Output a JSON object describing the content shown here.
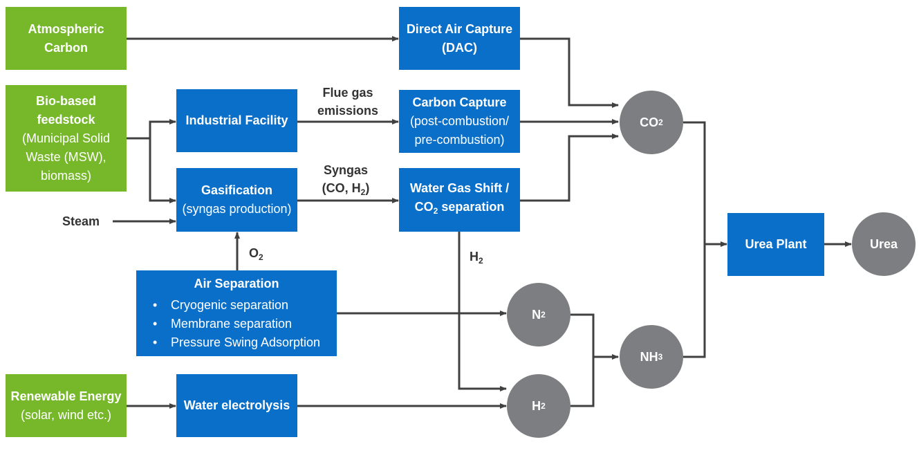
{
  "colors": {
    "source": "#76b82a",
    "process": "#0a6fc9",
    "product": "#7d7e81",
    "line": "#404040"
  },
  "sources": {
    "atmospheric_carbon": [
      "Atmospheric",
      "Carbon"
    ],
    "bio_feedstock": [
      "Bio-based",
      "feedstock",
      "(Municipal Solid",
      "Waste (MSW),",
      "biomass)"
    ],
    "renewable_energy": [
      "Renewable Energy",
      "(solar, wind etc.)"
    ]
  },
  "processes": {
    "industrial_facility": "Industrial Facility",
    "gasification": [
      "Gasification",
      "(syngas production)"
    ],
    "dac": [
      "Direct Air Capture",
      "(DAC)"
    ],
    "carbon_capture": [
      "Carbon Capture",
      "(post-combustion/",
      "pre-combustion)"
    ],
    "wgs": {
      "line1": "Water Gas Shift /",
      "line2_main": "CO",
      "line2_sub": "2",
      "line2_rest": " separation"
    },
    "air_separation": {
      "title": "Air Separation",
      "items": [
        "Cryogenic separation",
        "Membrane separation",
        "Pressure Swing Adsorption"
      ]
    },
    "water_electrolysis": "Water electrolysis",
    "urea_plant": "Urea Plant"
  },
  "products": {
    "co2": {
      "main": "CO",
      "sub": "2"
    },
    "n2": {
      "main": "N",
      "sub": "2"
    },
    "h2": {
      "main": "H",
      "sub": "2"
    },
    "nh3": {
      "main": "NH",
      "sub": "3"
    },
    "urea": "Urea"
  },
  "labels": {
    "steam": "Steam",
    "flue_gas": [
      "Flue gas",
      "emissions"
    ],
    "syngas": {
      "line1": "Syngas",
      "line2_pre": "(CO, H",
      "line2_sub": "2",
      "line2_post": ")"
    },
    "o2": {
      "main": "O",
      "sub": "2"
    },
    "h2": {
      "main": "H",
      "sub": "2"
    }
  }
}
